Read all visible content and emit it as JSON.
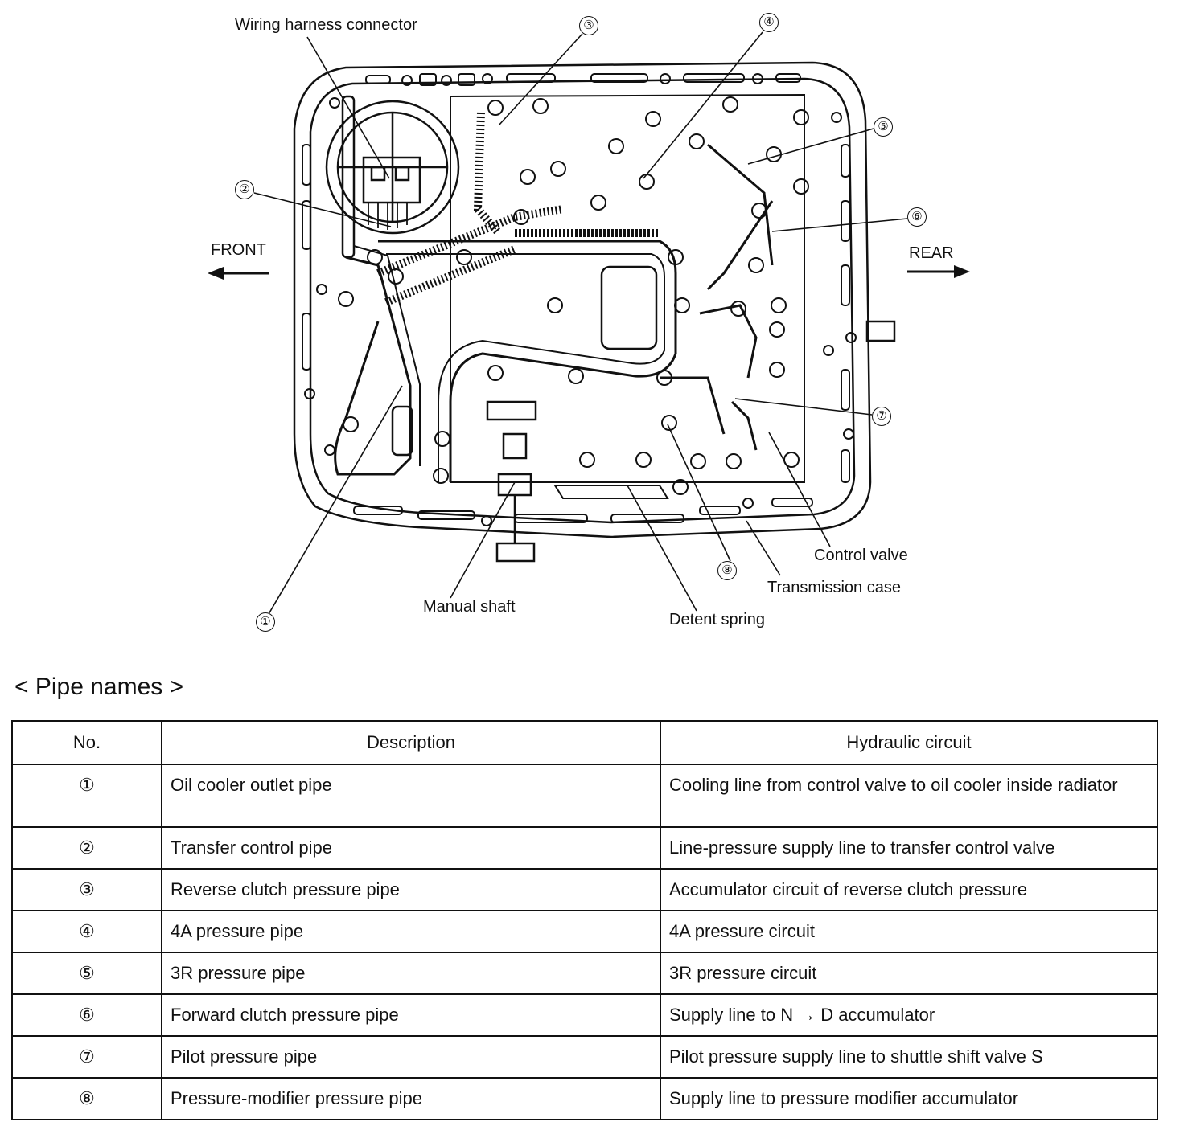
{
  "diagram": {
    "labels": {
      "wiring_harness_connector": "Wiring harness connector",
      "front": "FRONT",
      "rear": "REAR",
      "manual_shaft": "Manual shaft",
      "detent_spring": "Detent spring",
      "control_valve": "Control valve",
      "transmission_case": "Transmission case"
    },
    "callouts": [
      "①",
      "②",
      "③",
      "④",
      "⑤",
      "⑥",
      "⑦",
      "⑧"
    ]
  },
  "section_title": "< Pipe names >",
  "table": {
    "headers": [
      "No.",
      "Description",
      "Hydraulic circuit"
    ],
    "rows": [
      {
        "no": "①",
        "description": "Oil cooler outlet pipe",
        "circuit": "Cooling line from control valve to oil cooler inside radiator"
      },
      {
        "no": "②",
        "description": "Transfer control pipe",
        "circuit": "Line-pressure supply line to transfer control valve"
      },
      {
        "no": "③",
        "description": "Reverse clutch pressure pipe",
        "circuit": "Accumulator circuit of reverse clutch pressure"
      },
      {
        "no": "④",
        "description": "4A pressure pipe",
        "circuit": "4A pressure circuit"
      },
      {
        "no": "⑤",
        "description": "3R pressure pipe",
        "circuit": "3R pressure circuit"
      },
      {
        "no": "⑥",
        "description": "Forward clutch pressure pipe",
        "circuit": "Supply line to N → D accumulator"
      },
      {
        "no": "⑦",
        "description": "Pilot pressure pipe",
        "circuit": "Pilot pressure supply line to shuttle shift valve S"
      },
      {
        "no": "⑧",
        "description": "Pressure-modifier pressure pipe",
        "circuit": "Supply line to pressure modifier accumulator"
      }
    ]
  }
}
